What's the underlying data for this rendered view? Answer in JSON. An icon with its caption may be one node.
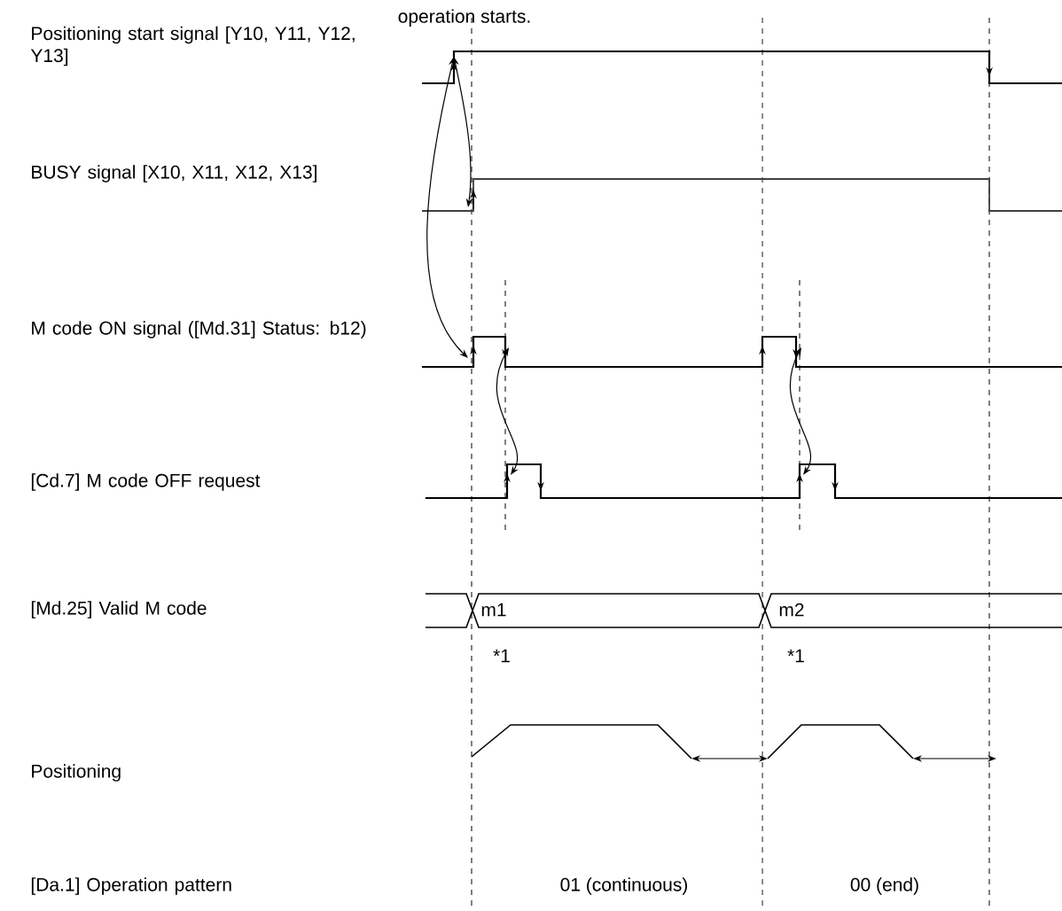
{
  "diagram": {
    "labels": [
      "operation starts.",
      "Positioning start signal [Y10, Y11, Y12, Y13]",
      "BUSY signal [X10, X11, X12, X13]",
      "M code ON signal ([Md.31] Status: b12)",
      "[Cd.7] M code OFF request",
      "[Md.25] Valid M code",
      "m1",
      "m2",
      "*1",
      "*1",
      "Positioning",
      "[Da.1] Operation pattern",
      "01 (continuous)",
      "00 (end)"
    ]
  }
}
